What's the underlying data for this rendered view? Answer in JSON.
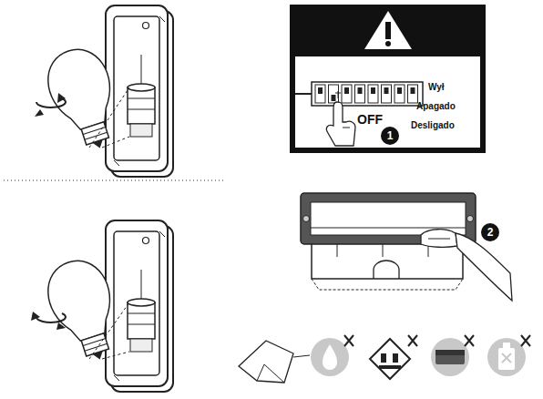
{
  "diagram": {
    "nodes": [
      {
        "text": [
          "1"
        ]
      },
      {
        "text": [
          "2"
        ]
      }
    ],
    "labels": [
      "Wył",
      "Apagado",
      "Desligado",
      "OFF"
    ]
  }
}
